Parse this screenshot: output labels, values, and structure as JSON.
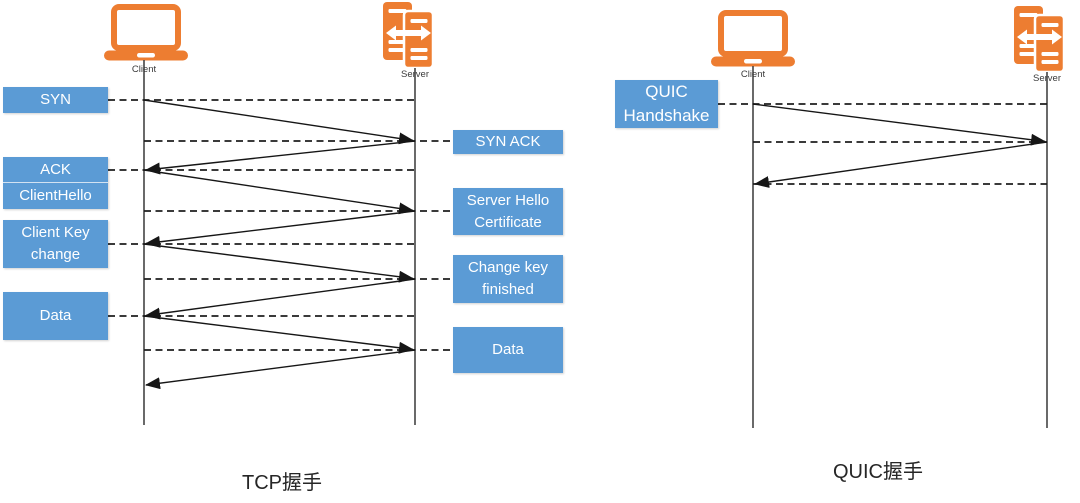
{
  "colors": {
    "box_blue": "#5B9BD5",
    "icon_orange": "#ED7D31",
    "line_black": "#222222"
  },
  "tcp": {
    "caption": "TCP握手",
    "client_label": "Client",
    "server_label": "Server",
    "client_messages": {
      "syn": "SYN",
      "ack": "ACK",
      "client_hello": "ClientHello",
      "client_key_change": "Client Key\nchange",
      "data": "Data"
    },
    "server_messages": {
      "syn_ack": "SYN ACK",
      "server_hello_certificate": "Server Hello\nCertificate",
      "change_key_finished": "Change key\nfinished",
      "data": "Data"
    }
  },
  "quic": {
    "caption": "QUIC握手",
    "client_label": "Client",
    "server_label": "Server",
    "client_messages": {
      "handshake": "QUIC\nHandshake"
    }
  }
}
